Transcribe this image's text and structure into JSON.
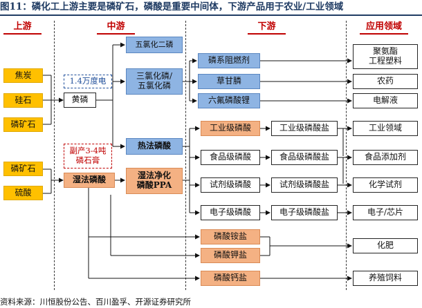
{
  "title": "图11：磷化工上游主要是磷矿石，磷酸是重要中间体，下游产品用于农业/工业领域",
  "columns": {
    "upstream": "上游",
    "midstream": "中游",
    "downstream": "下游",
    "application": "应用领域"
  },
  "upstream": {
    "coke": "焦炭",
    "silica": "硅石",
    "phosphate_rock_1": "磷矿石",
    "phosphate_rock_2": "磷矿石",
    "sulfuric_acid": "硫酸"
  },
  "midstream": {
    "p_pentachloride_top": "五氯化二磷",
    "pcl_label": "三氯化磷/\n五氯化磷",
    "yellow_p": "黄磷",
    "yellow_p_note": "1.4万度电",
    "thermal_acid": "热法磷酸",
    "wet_acid": "湿法磷酸",
    "wet_acid_note": "副产3-4吨\n磷石膏",
    "ppa": "湿法净化\n磷酸PPA"
  },
  "downstream": {
    "flame_retardant": "磷系阻燃剂",
    "glyphosate": "草甘膦",
    "lipf6": "六氟磷酸锂",
    "industrial_acid": "工业级磷酸",
    "food_acid": "食品级磷酸",
    "reagent_acid": "试剂级磷酸",
    "electronic_acid": "电子级磷酸",
    "industrial_salt": "工业级磷酸盐",
    "food_salt": "食品级磷酸盐",
    "reagent_salt": "试剂级磷酸盐",
    "electronic_salt": "电子级磷酸盐",
    "map": "磷酸铵盐",
    "mkp": "磷酸钾盐",
    "dcp": "磷酸钙盐"
  },
  "application": {
    "plastics": "聚氨酯\n工程塑料",
    "pesticide": "农药",
    "electrolyte": "电解液",
    "industrial": "工业领域",
    "food_additive": "食品添加剂",
    "chem_reagent": "化学试剂",
    "chips": "电子/芯片",
    "fertilizer": "化肥",
    "feed": "养殖饲料"
  },
  "footer": "资料来源：川恒股份公告、百川盈孚、开源证券研究所",
  "colors": {
    "title": "#1f3b63",
    "column_header": "#c00000",
    "yellow": "#ffc000",
    "blue": "#8eb4e3",
    "orange": "#f4b183"
  }
}
